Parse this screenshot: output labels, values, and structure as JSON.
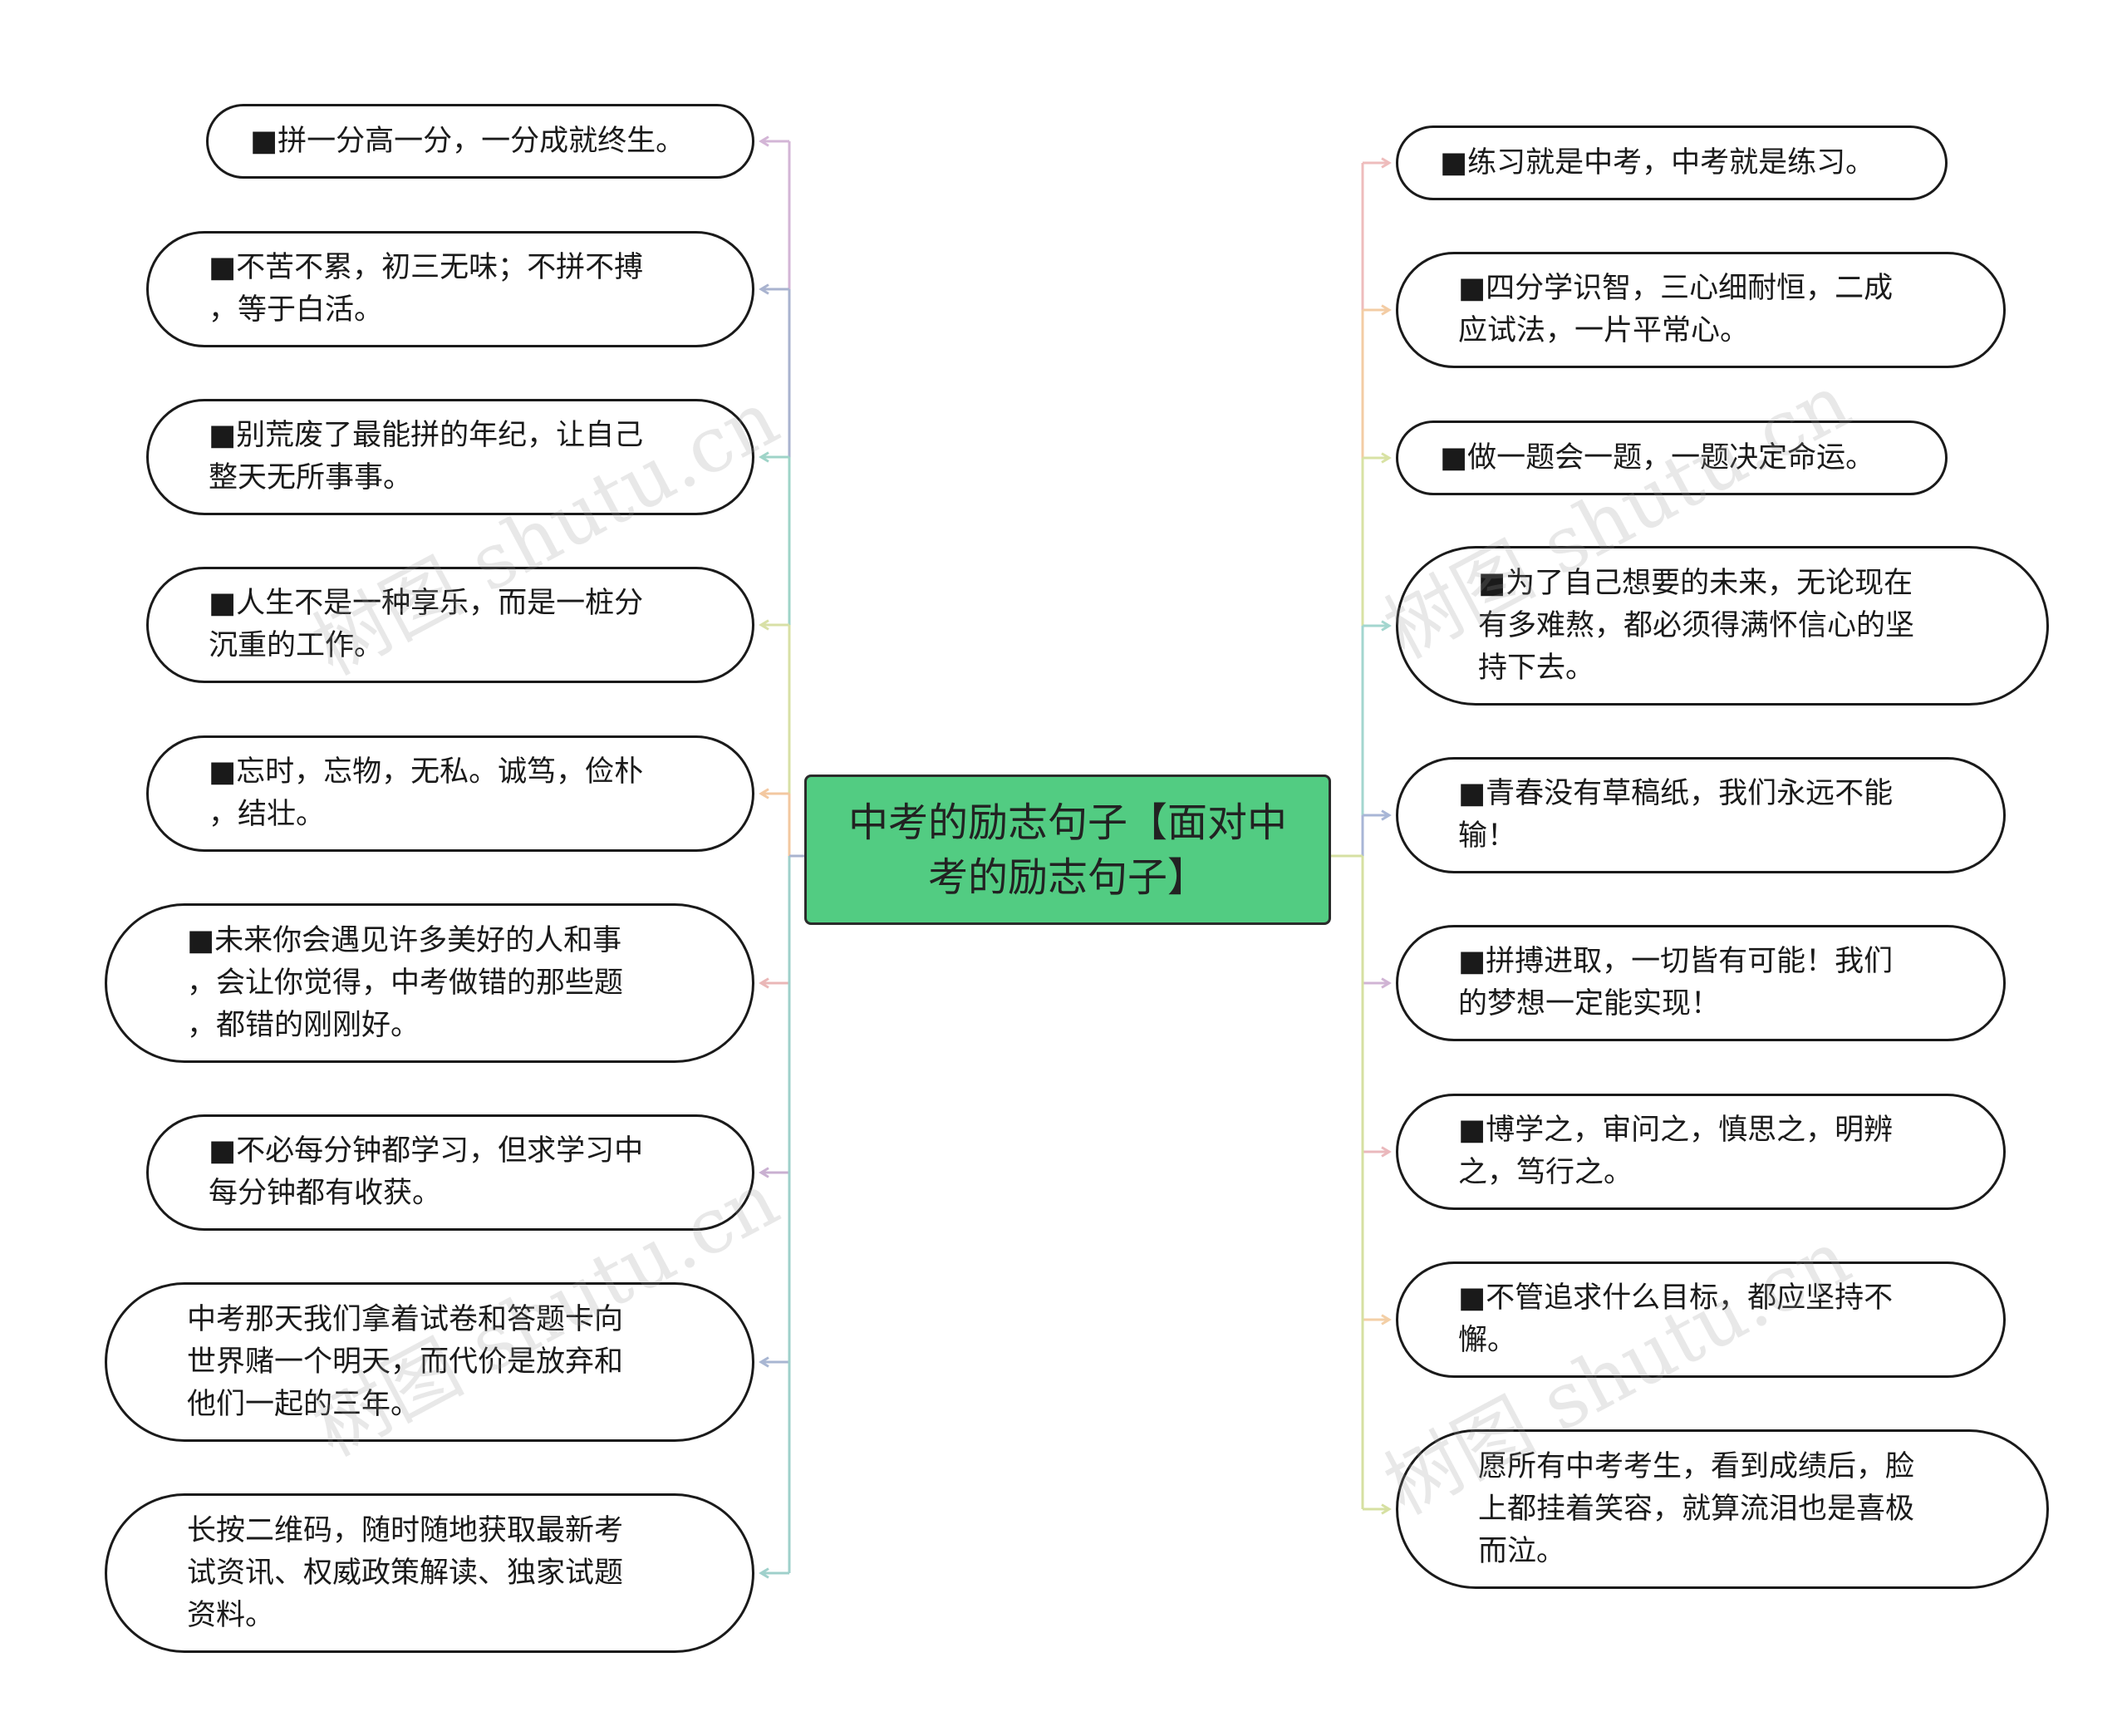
{
  "root": {
    "label": "中考的励志句子【面对中考的励志句子】"
  },
  "left_branches": [
    {
      "text": "■拼一分高一分，一分成就终生。",
      "color": "#d3b5d6"
    },
    {
      "text": "■不苦不累，初三无味；不拼不搏\n，等于白活。",
      "color": "#a9b3cf"
    },
    {
      "text": "■别荒废了最能拼的年纪，让自己\n整天无所事事。",
      "color": "#9fd4c8"
    },
    {
      "text": "■人生不是一种享乐，而是一桩分\n沉重的工作。",
      "color": "#d8e0a6"
    },
    {
      "text": "■忘时，忘物，无私。诚笃，俭朴\n，结壮。",
      "color": "#f3c8a0"
    },
    {
      "text": "■未来你会遇见许多美好的人和事\n，会让你觉得，中考做错的那些题\n，都错的刚刚好。",
      "color": "#eab7b7"
    },
    {
      "text": "■不必每分钟都学习，但求学习中\n每分钟都有收获。",
      "color": "#c9b0d1"
    },
    {
      "text": "中考那天我们拿着试卷和答题卡向\n世界赌一个明天，而代价是放弃和\n他们一起的三年。",
      "color": "#a8b6d2"
    },
    {
      "text": "长按二维码，随时随地获取最新考\n试资讯、权威政策解读、独家试题\n资料。",
      "color": "#9fd0cb"
    }
  ],
  "right_branches": [
    {
      "text": "■练习就是中考，中考就是练习。",
      "color": "#eebcbc"
    },
    {
      "text": "■四分学识智，三心细耐恒，二成\n应试法，一片平常心。",
      "color": "#f3cca4"
    },
    {
      "text": "■做一题会一题，一题决定命运。",
      "color": "#d8e2a4"
    },
    {
      "text": "■为了自己想要的未来，无论现在\n有多难熬，都必须得满怀信心的坚\n持下去。",
      "color": "#a3d6cf"
    },
    {
      "text": "■青春没有草稿纸，我们永远不能\n输！",
      "color": "#a8b6d6"
    },
    {
      "text": "■拼搏进取，一切皆有可能！我们\n的梦想一定能实现！",
      "color": "#d0b4d4"
    },
    {
      "text": "■博学之，审问之，慎思之，明辨\n之，笃行之。",
      "color": "#eab8bc"
    },
    {
      "text": "■不管追求什么目标，都应坚持不\n懈。",
      "color": "#f3cfa6"
    },
    {
      "text": "愿所有中考考生，看到成绩后，脸\n上都挂着笑容，就算流泪也是喜极\n而泣。",
      "color": "#d6e0a2"
    }
  ],
  "watermarks": [
    "树图 shutu.cn",
    "树图 shutu.cn",
    "树图 shutu.cn",
    "树图 shutu.cn"
  ]
}
